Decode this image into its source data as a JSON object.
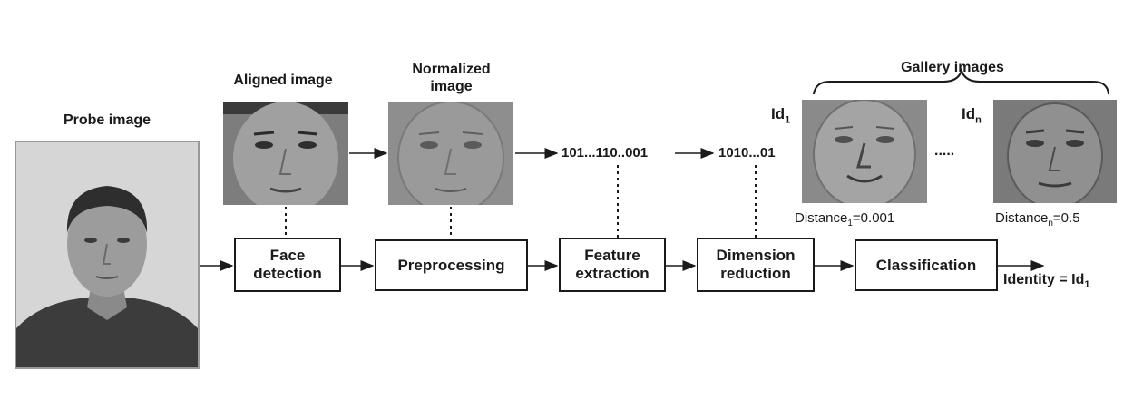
{
  "labels": {
    "probe": "Probe image",
    "aligned": "Aligned image",
    "normalized_line1": "Normalized",
    "normalized_line2": "image",
    "gallery": "Gallery images",
    "ellipsis": "....."
  },
  "steps": {
    "face_detection": [
      "Face",
      "detection"
    ],
    "preprocessing": "Preprocessing",
    "feature_extraction": [
      "Feature",
      "extraction"
    ],
    "dimension_reduction": [
      "Dimension",
      "reduction"
    ],
    "classification": "Classification"
  },
  "codes": {
    "feature_vector": "101...110..001",
    "reduced_vector": "1010...01"
  },
  "gallery": {
    "id1": {
      "base": "Id",
      "sub": "1"
    },
    "idn": {
      "base": "Id",
      "sub": "n"
    },
    "dist1": {
      "base": "Distance",
      "sub": "1",
      "value": "=0.001"
    },
    "distn": {
      "base": "Distance",
      "sub": "n",
      "value": "=0.5"
    }
  },
  "result": {
    "base": "Identity = Id",
    "sub": "1"
  },
  "icons": [
    "probe-face-photo",
    "aligned-face-photo",
    "normalized-face-photo",
    "gallery-face-photo-1",
    "gallery-face-photo-n"
  ]
}
